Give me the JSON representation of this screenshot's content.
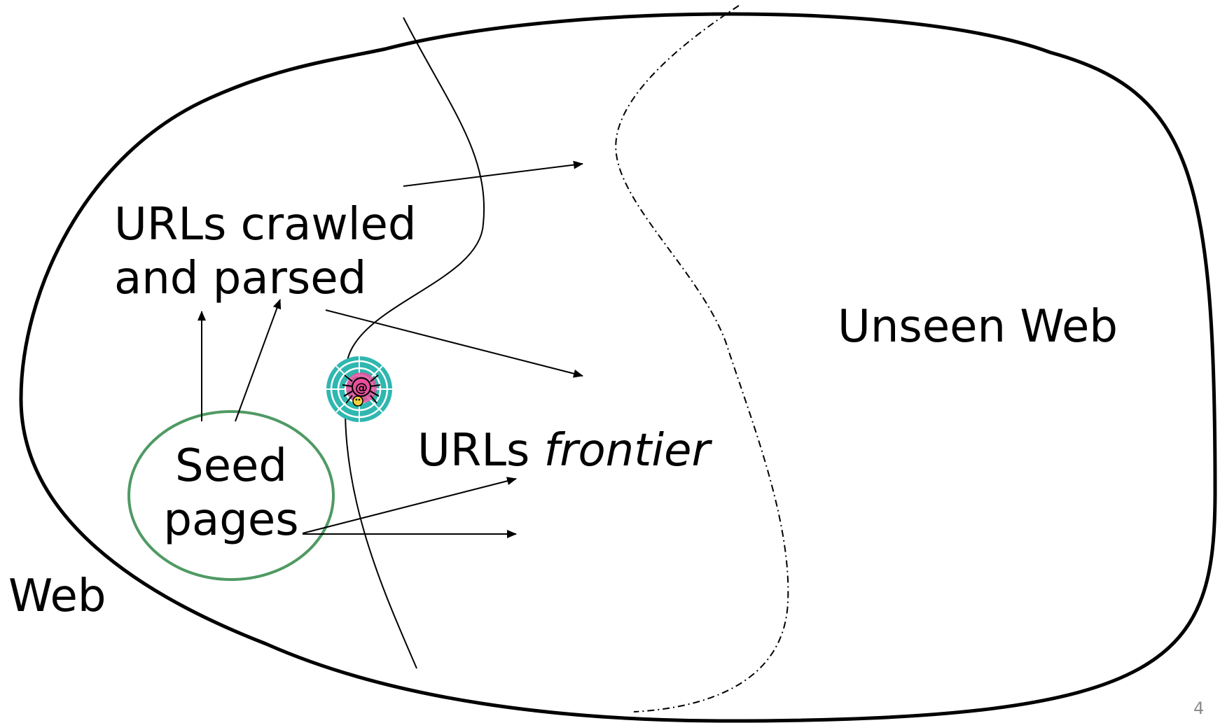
{
  "labels": {
    "crawled_line1": "URLs crawled",
    "crawled_line2": "and parsed",
    "seed_line1": "Seed",
    "seed_line2": "pages",
    "frontier_prefix": "URLs ",
    "frontier_italic": "frontier",
    "unseen_web": "Unseen Web",
    "web": "Web"
  },
  "page_number": "4",
  "colors": {
    "outline": "#000000",
    "seed_circle": "#4f9a63",
    "spider_web_teal": "#2fb7b0",
    "spider_web_pink": "#e8509c",
    "spider_body": "#f4d23c"
  },
  "icons": {
    "spider": "spider-web-icon"
  }
}
